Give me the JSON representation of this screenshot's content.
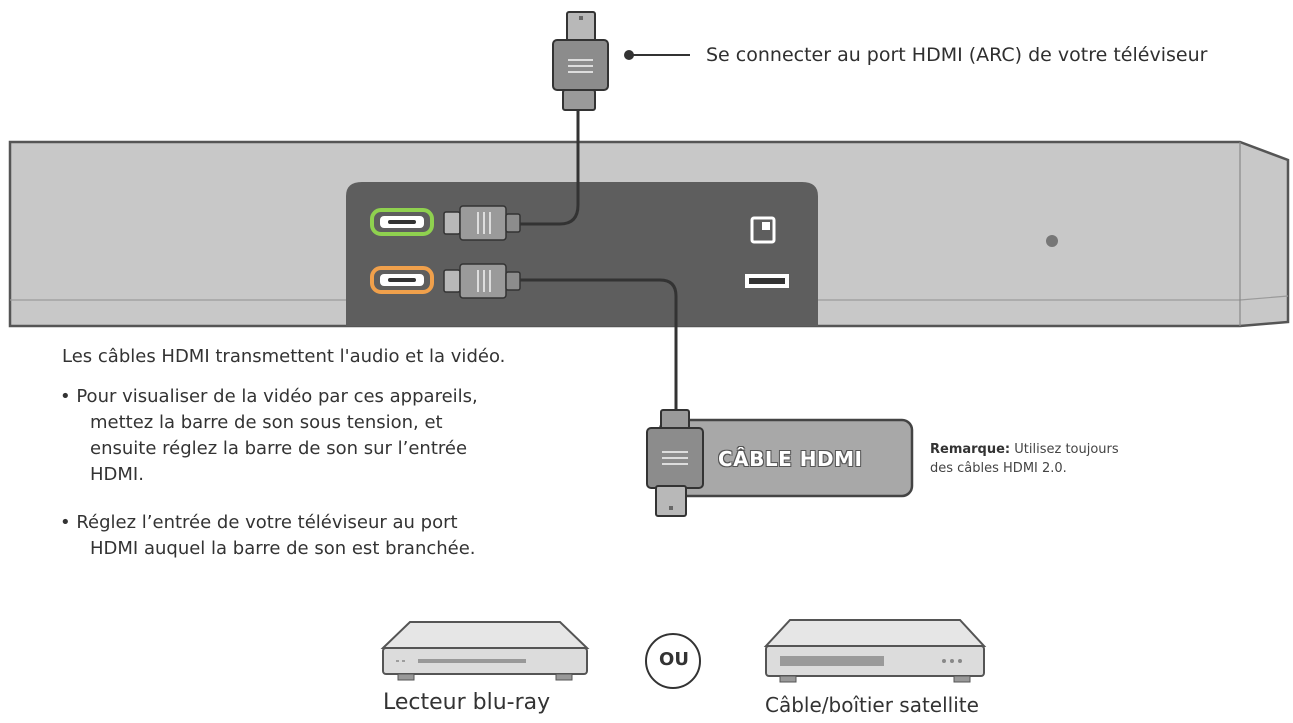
{
  "callout": {
    "hdmi_arc": "Se connecter au port HDMI (ARC) de votre téléviseur"
  },
  "instructions": {
    "intro": "Les câbles HDMI transmettent l'audio et la vidéo.",
    "bullet1": [
      "• Pour visualiser de la vidéo par ces appareils,",
      "mettez la barre de son sous tension, et",
      "ensuite réglez la barre de son sur l’entrée",
      "HDMI."
    ],
    "bullet2": [
      "• Réglez l’entrée de votre téléviseur au port",
      "HDMI auquel la barre de son est branchée."
    ]
  },
  "cable_label": "CÂBLE HDMI",
  "note": {
    "label": "Remarque:",
    "line1": " Utilisez toujours",
    "line2": "des câbles HDMI 2.0."
  },
  "devices": {
    "bluray": "Lecteur blu-ray",
    "separator": "OU",
    "satellite": "Câble/boîtier satellite"
  },
  "colors": {
    "soundbar_body": "#c8c8c8",
    "soundbar_outline": "#555555",
    "port_panel": "#5e5e5e",
    "hdmi_arc_glow": "#8fd14f",
    "hdmi_in_glow": "#f0a04b",
    "cable": "#333333",
    "connector": "#8c8c8c"
  },
  "icons": [
    "hdmi-connector-icon",
    "ethernet-port-icon",
    "usb-port-icon",
    "power-led-icon",
    "bluray-player-icon",
    "satellite-box-icon"
  ]
}
